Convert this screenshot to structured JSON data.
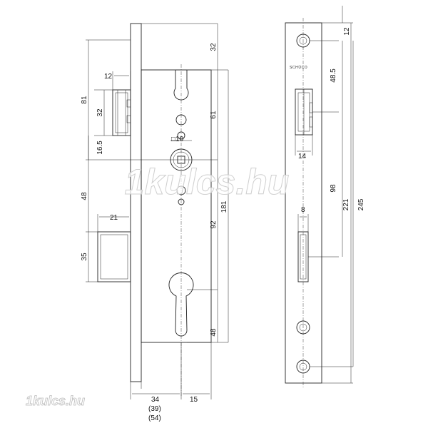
{
  "front_view": {
    "dims": {
      "top_offset": "32",
      "latch_width": "12",
      "latch_reach": "81",
      "latch_height": "32",
      "latch_to_spindle": "16.5",
      "spindle_square": "□10",
      "latch_axis_to_spindle": "61",
      "spindle_to_bolt": "48",
      "bolt_throw": "21",
      "bolt_height": "35",
      "spindle_to_cylinder": "92",
      "total_axis": "181",
      "cylinder_to_bottom": "48",
      "backset": "34",
      "backset_alt1": "(39)",
      "backset_alt2": "(54)",
      "faceplate_width": "15"
    }
  },
  "side_view": {
    "brand": "SCHÜCO",
    "dims": {
      "top_offset": "12",
      "to_latch": "48.5",
      "latch_depth": "14",
      "to_bolt": "98",
      "bolt_width": "8",
      "screw_span": "221",
      "total_length": "245"
    }
  },
  "watermark": {
    "center_text": "1kulcs.hu",
    "corner_text": "1kulcs.hu"
  }
}
